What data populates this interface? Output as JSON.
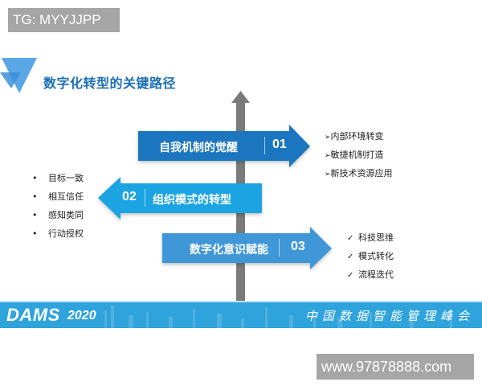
{
  "watermarks": {
    "top": "TG: MYYJJPP",
    "bottom": "www.97878888.com"
  },
  "slide": {
    "title": "数字化转型的关键路径",
    "steps": [
      {
        "number": "01",
        "label": "自我机制的觉醒",
        "direction": "right",
        "color": "#1a74bf"
      },
      {
        "number": "02",
        "label": "组织模式的转型",
        "direction": "left",
        "color": "#1ba4e2"
      },
      {
        "number": "03",
        "label": "数字化意识赋能",
        "direction": "right",
        "color": "#3f97d8"
      }
    ],
    "lists": {
      "step1": {
        "bullet": "➢",
        "items": [
          "内部环境转变",
          "敏捷机制打造",
          "新技术资源应用"
        ]
      },
      "step2": {
        "bullet": "•",
        "items": [
          "目标一致",
          "相互信任",
          "感知类同",
          "行动授权"
        ]
      },
      "step3": {
        "bullet": "✓",
        "items": [
          "科技思维",
          "模式转化",
          "流程迭代"
        ]
      }
    },
    "pole_color": "#7a7a7a"
  },
  "banner": {
    "brand": "DAMS",
    "year": "2020",
    "conference": "中国数据智能管理峰会",
    "color": "#2ea3dc"
  }
}
